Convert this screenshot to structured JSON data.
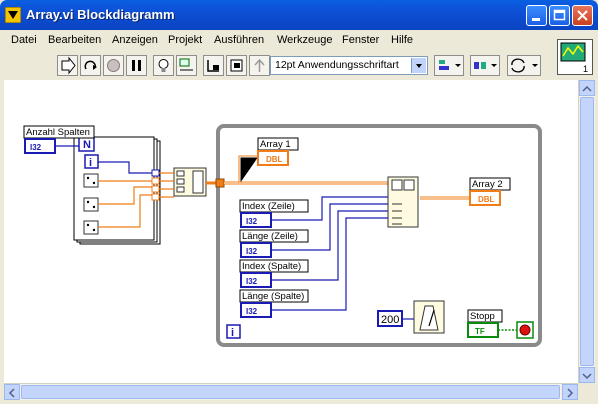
{
  "window": {
    "title": "Array.vi Blockdiagramm"
  },
  "menu": [
    {
      "label": "Datei"
    },
    {
      "label": "Bearbeiten"
    },
    {
      "label": "Anzeigen"
    },
    {
      "label": "Projekt"
    },
    {
      "label": "Ausführen"
    },
    {
      "label": "Werkzeuge"
    },
    {
      "label": "Fenster"
    },
    {
      "label": "Hilfe"
    }
  ],
  "toolbar": {
    "font_combo": "12pt Anwendungsschriftart"
  },
  "diagram": {
    "controls": {
      "anzahl_spalten": {
        "label": "Anzahl Spalten",
        "type": "I32"
      },
      "array1": {
        "label": "Array 1",
        "type": "DBL"
      },
      "array2": {
        "label": "Array 2",
        "type": "DBL"
      },
      "index_zeile": {
        "label": "Index (Zeile)",
        "type": "I32"
      },
      "laenge_zeile": {
        "label": "Länge (Zeile)",
        "type": "I32"
      },
      "index_spalte": {
        "label": "Index (Spalte)",
        "type": "I32"
      },
      "laenge_spalte": {
        "label": "Länge (Spalte)",
        "type": "I32"
      },
      "stopp": {
        "label": "Stopp",
        "type": "TF"
      }
    },
    "for_loop": {
      "count": "N",
      "iter": "i"
    },
    "while_loop": {
      "iter": "i"
    },
    "wait_constant": "200"
  },
  "colors": {
    "int_wire": "#1a1ab4",
    "dbl_wire": "#f07d18",
    "bool_wire": "#0c8a0c",
    "loop_frame": "#8a8a8a"
  }
}
